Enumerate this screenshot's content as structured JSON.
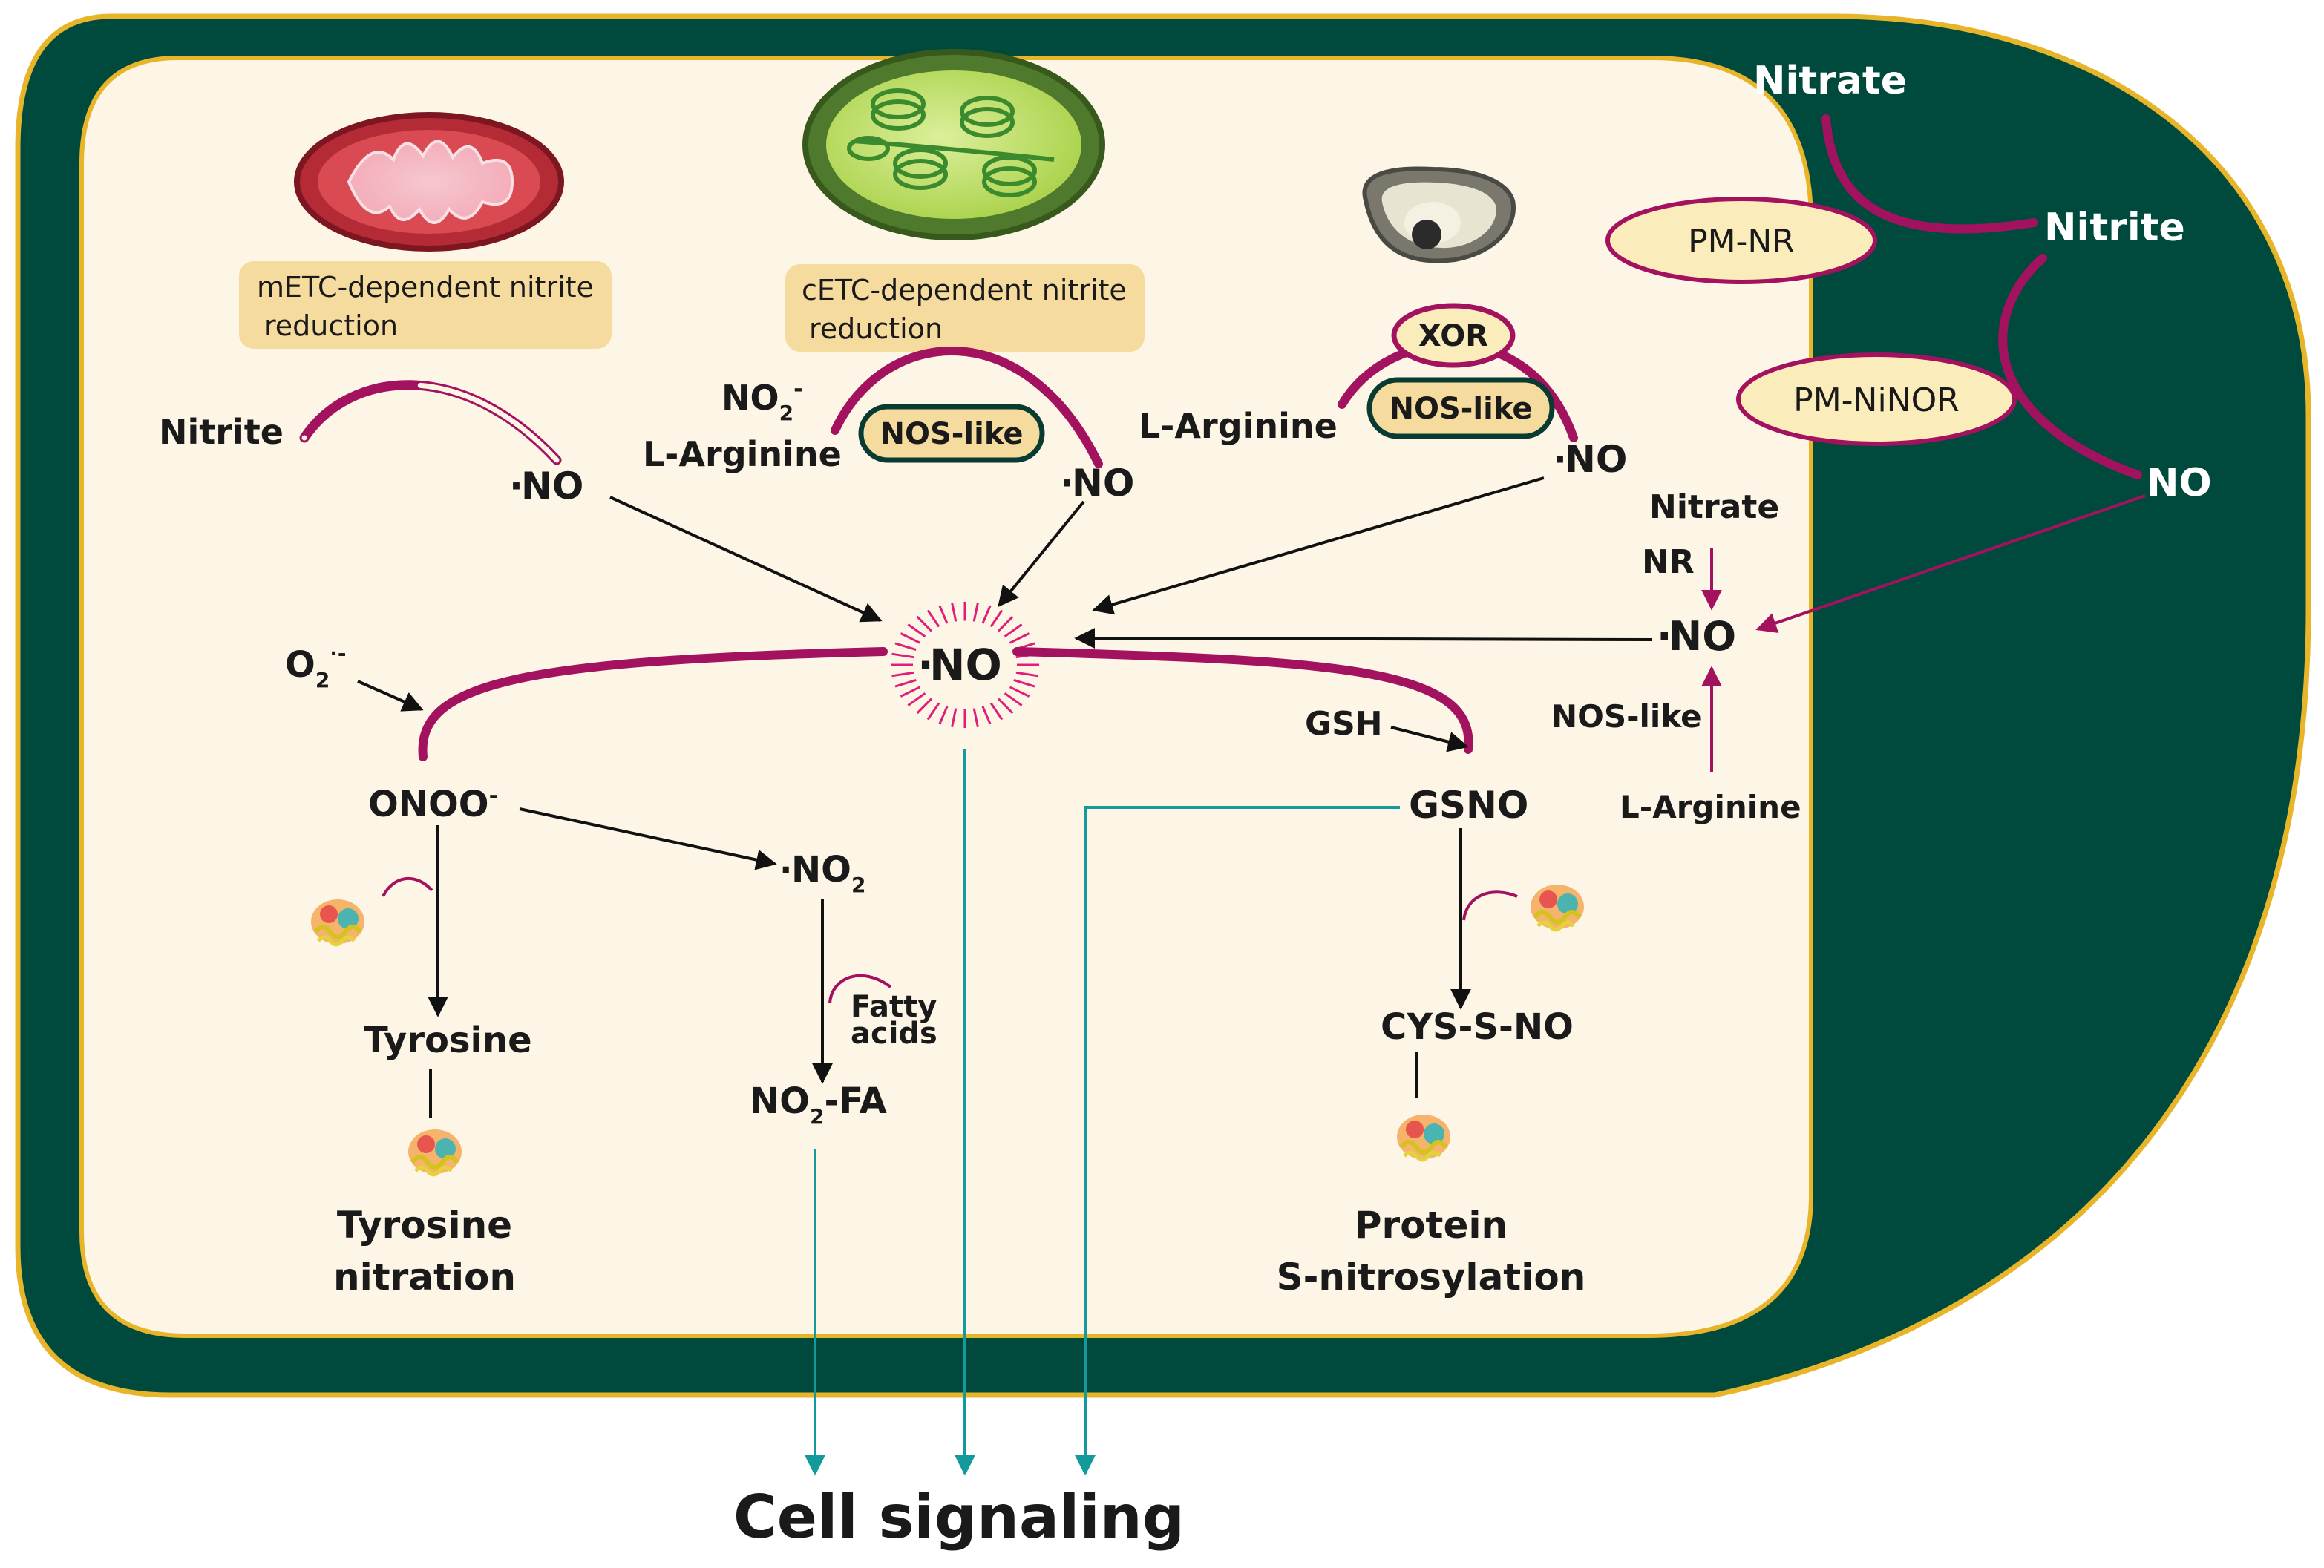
{
  "title": "",
  "organelles": {
    "mitochondrion_label": [
      "mETC-dependent nitrite",
      "reduction"
    ],
    "chloroplast_label": [
      "cETC-dependent nitrite",
      "reduction"
    ],
    "peroxisome_enzymes": [
      "XOR",
      "NOS-like"
    ]
  },
  "mito_pathway": {
    "substrate": "Nitrite",
    "product": "NO"
  },
  "chloro_pathway": {
    "substrate_1": "NO",
    "substrate_1_sub": "2",
    "substrate_1_sup": "-",
    "substrate_2": "L-Arginine",
    "enzyme": "NOS-like",
    "product": "NO"
  },
  "peroxisome_pathway": {
    "substrate": "L-Arginine",
    "product": "NO"
  },
  "plasma_membrane": {
    "nitrate": "Nitrate",
    "enzyme_1": "PM-NR",
    "nitrite": "Nitrite",
    "enzyme_2": "PM-NiNOR",
    "product": "NO"
  },
  "cytosol_pathway": {
    "nitrate": "Nitrate",
    "nr": "NR",
    "product": "NO",
    "nos": "NOS-like",
    "arginine": "L-Arginine"
  },
  "central": {
    "radical_dot": "·",
    "label": "NO"
  },
  "superoxide": {
    "label": "O",
    "sub": "2",
    "sup": "·-"
  },
  "peroxynitrite": {
    "label": "ONOO",
    "sup": "-"
  },
  "nitrogen_dioxide": {
    "label": "NO",
    "sub": "2"
  },
  "fatty_acids": [
    "Fatty",
    "acids"
  ],
  "nitro_fatty_acid": {
    "label": "NO",
    "sub": "2",
    "suffix": "-FA"
  },
  "tyrosine": "Tyrosine",
  "tyrosine_nitration": [
    "Tyrosine",
    "nitration"
  ],
  "gsh": "GSH",
  "gsno": "GSNO",
  "cys_sno": "CYS-S-NO",
  "protein_snitrosylation": [
    "Protein",
    "S-nitrosylation"
  ],
  "output": "Cell signaling",
  "colors": {
    "cell_wall": "#004a3d",
    "cell_border": "#e8b52a",
    "cytoplasm": "#fdf6e6",
    "magenta": "#a3125f",
    "teal": "#159a9c",
    "label_box": "#f5dc9e",
    "enzyme_oval": "#fbedbb"
  }
}
